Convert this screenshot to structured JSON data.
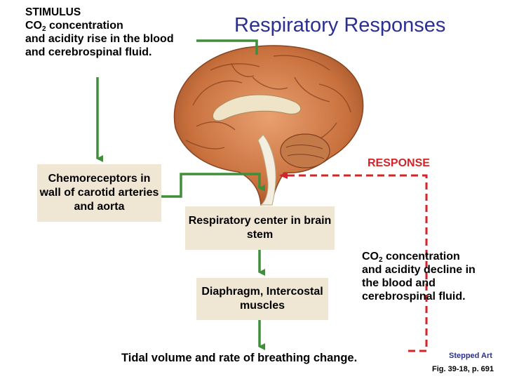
{
  "title": "Respiratory Responses",
  "stimulus": {
    "label": "STIMULUS",
    "line1_pre": "CO",
    "line1_sub": "2",
    "line1_post": " concentration",
    "rest": "and acidity rise in the blood and cerebrospinal fluid."
  },
  "chemoreceptors": "Chemoreceptors in wall of carotid arteries and aorta",
  "response_label": "RESPONSE",
  "respiratory_center": "Respiratory center in brain stem",
  "diaphragm": "Diaphragm, Intercostal muscles",
  "decline": {
    "pre": "CO",
    "sub": "2",
    "post": " concentration",
    "rest": "and acidity decline in the blood and cerebrospinal fluid."
  },
  "tidal": "Tidal volume and rate of breathing change.",
  "stepped_art": "Stepped Art",
  "fig_ref": "Fig. 39-18, p. 691",
  "colors": {
    "arrow_green": "#3f8f3a",
    "feedback_red": "#d6232a",
    "title_blue": "#2b2f8f",
    "box_fill": "#f0e6d4"
  },
  "icons": [
    "brain-illustration"
  ]
}
